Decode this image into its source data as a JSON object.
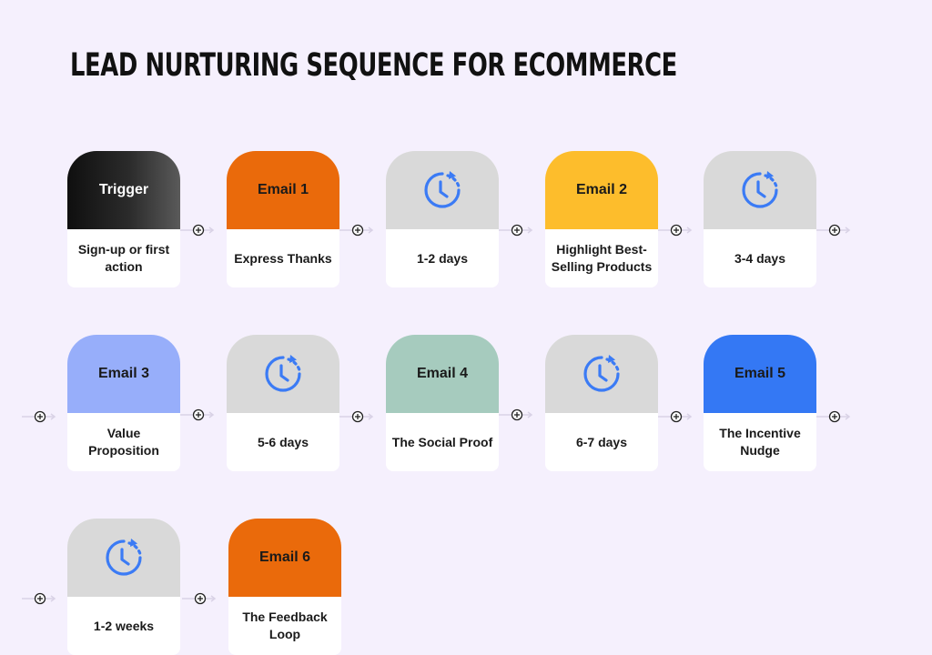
{
  "title": "LEAD NURTURING SEQUENCE FOR ECOMMERCE",
  "steps": [
    {
      "head": "Trigger",
      "body": "Sign-up or first action"
    },
    {
      "head": "Email 1",
      "body": "Express Thanks"
    },
    {
      "head": "clock-icon",
      "body": "1-2 days"
    },
    {
      "head": "Email 2",
      "body": "Highlight Best-Selling Products"
    },
    {
      "head": "clock-icon",
      "body": "3-4 days"
    },
    {
      "head": "Email 3",
      "body": "Value Proposition"
    },
    {
      "head": "clock-icon",
      "body": "5-6 days"
    },
    {
      "head": "Email 4",
      "body": "The Social Proof"
    },
    {
      "head": "clock-icon",
      "body": "6-7 days"
    },
    {
      "head": "Email 5",
      "body": "The Incentive Nudge"
    },
    {
      "head": "clock-icon",
      "body": "1-2 weeks"
    },
    {
      "head": "Email 6",
      "body": "The Feedback Loop"
    }
  ],
  "colors": {
    "background": "#f5f0fd",
    "trigger": "#111111",
    "orange": "#ea6a0b",
    "yellow": "#fdbd2c",
    "gray": "#d9d9d9",
    "periwinkle": "#97aefa",
    "sage": "#a6cbbe",
    "blue": "#3478f4",
    "clock": "#3b7bf5"
  }
}
